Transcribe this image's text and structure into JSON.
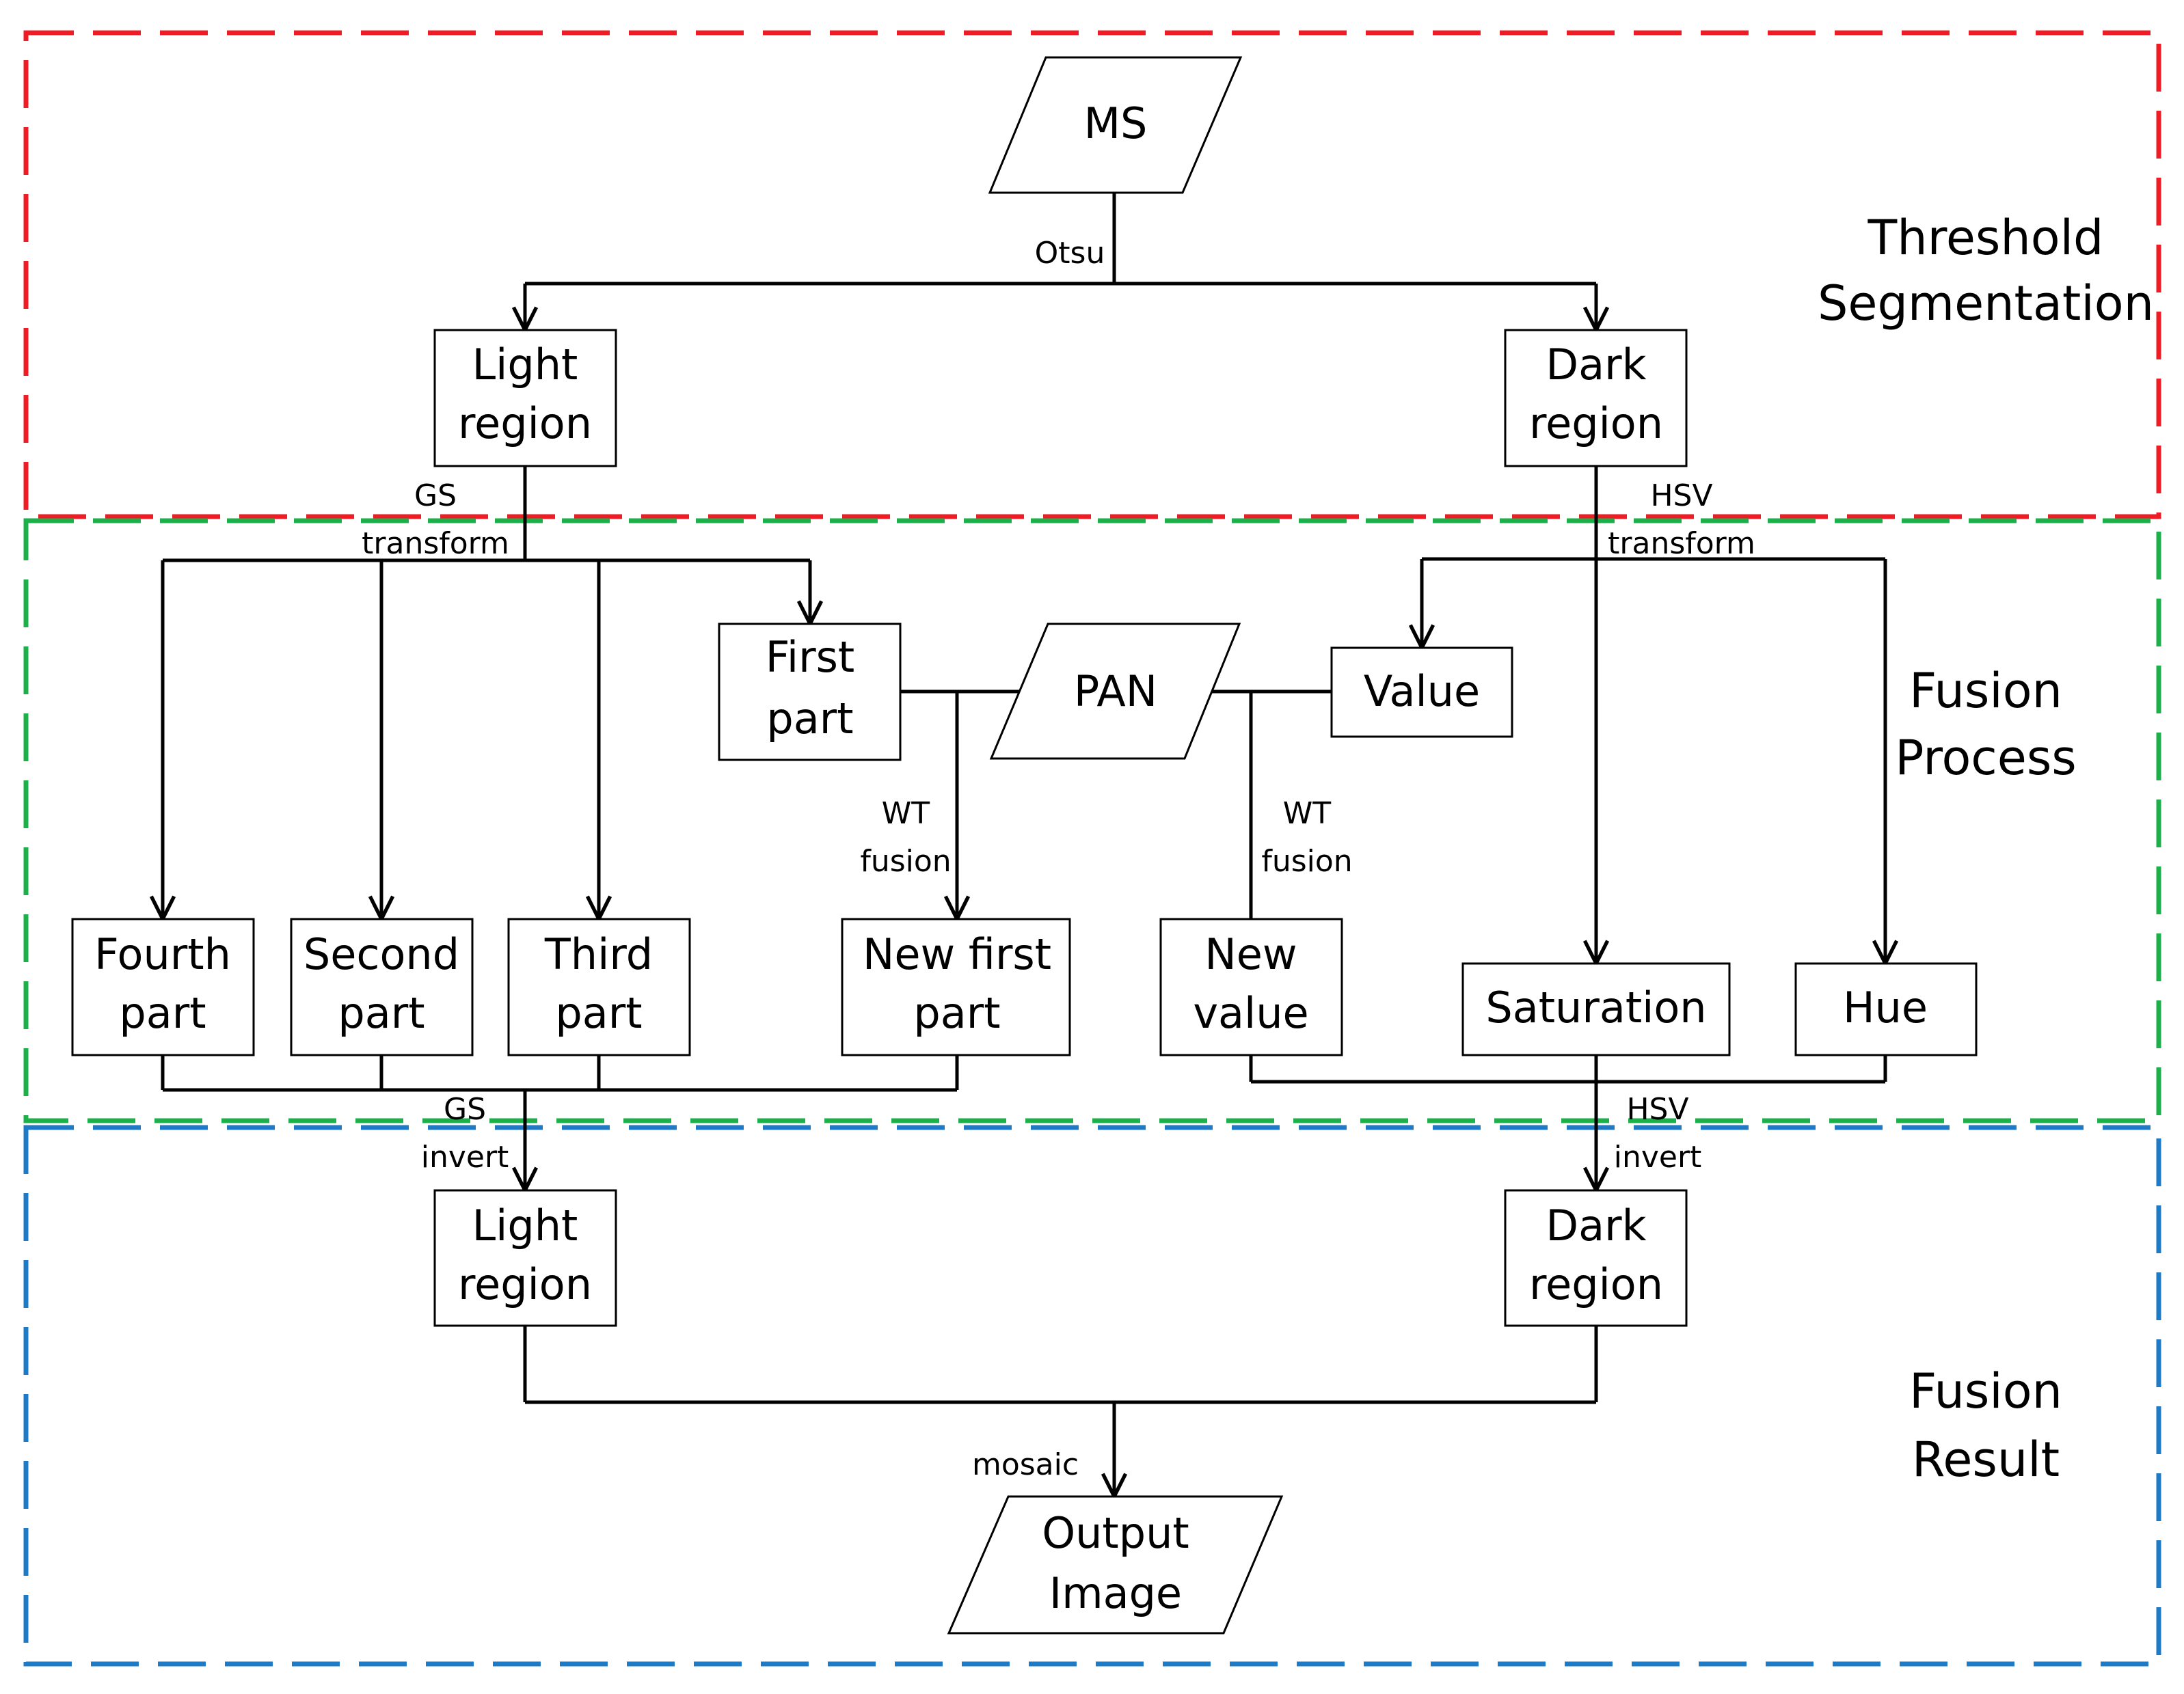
{
  "colors": {
    "threshold_border": "#ee1c25",
    "fusion_process_border": "#1db04a",
    "fusion_result_border": "#1f7ac6",
    "stroke": "#000000"
  },
  "sections": {
    "threshold": [
      "Threshold",
      "Segmentation"
    ],
    "process": [
      "Fusion",
      "Process"
    ],
    "result": [
      "Fusion",
      "Result"
    ]
  },
  "nodes": {
    "ms": [
      "MS"
    ],
    "light_region_top": [
      "Light",
      "region"
    ],
    "dark_region_top": [
      "Dark",
      "region"
    ],
    "first_part": [
      "First",
      "part"
    ],
    "pan": [
      "PAN"
    ],
    "value": [
      "Value"
    ],
    "fourth_part": [
      "Fourth",
      "part"
    ],
    "second_part": [
      "Second",
      "part"
    ],
    "third_part": [
      "Third",
      "part"
    ],
    "new_first_part": [
      "New first",
      "part"
    ],
    "new_value": [
      "New",
      "value"
    ],
    "saturation": [
      "Saturation"
    ],
    "hue": [
      "Hue"
    ],
    "light_region_bottom": [
      "Light",
      "region"
    ],
    "dark_region_bottom": [
      "Dark",
      "region"
    ],
    "output_image": [
      "Output",
      "Image"
    ]
  },
  "edge_labels": {
    "otsu": [
      "Otsu"
    ],
    "gs_transform": [
      "GS",
      "transform"
    ],
    "hsv_transform": [
      "HSV",
      "transform"
    ],
    "wt_fusion_left": [
      "WT",
      "fusion"
    ],
    "wt_fusion_right": [
      "WT",
      "fusion"
    ],
    "gs_invert": [
      "GS",
      "invert"
    ],
    "hsv_invert": [
      "HSV",
      "invert"
    ],
    "mosaic": [
      "mosaic"
    ]
  }
}
